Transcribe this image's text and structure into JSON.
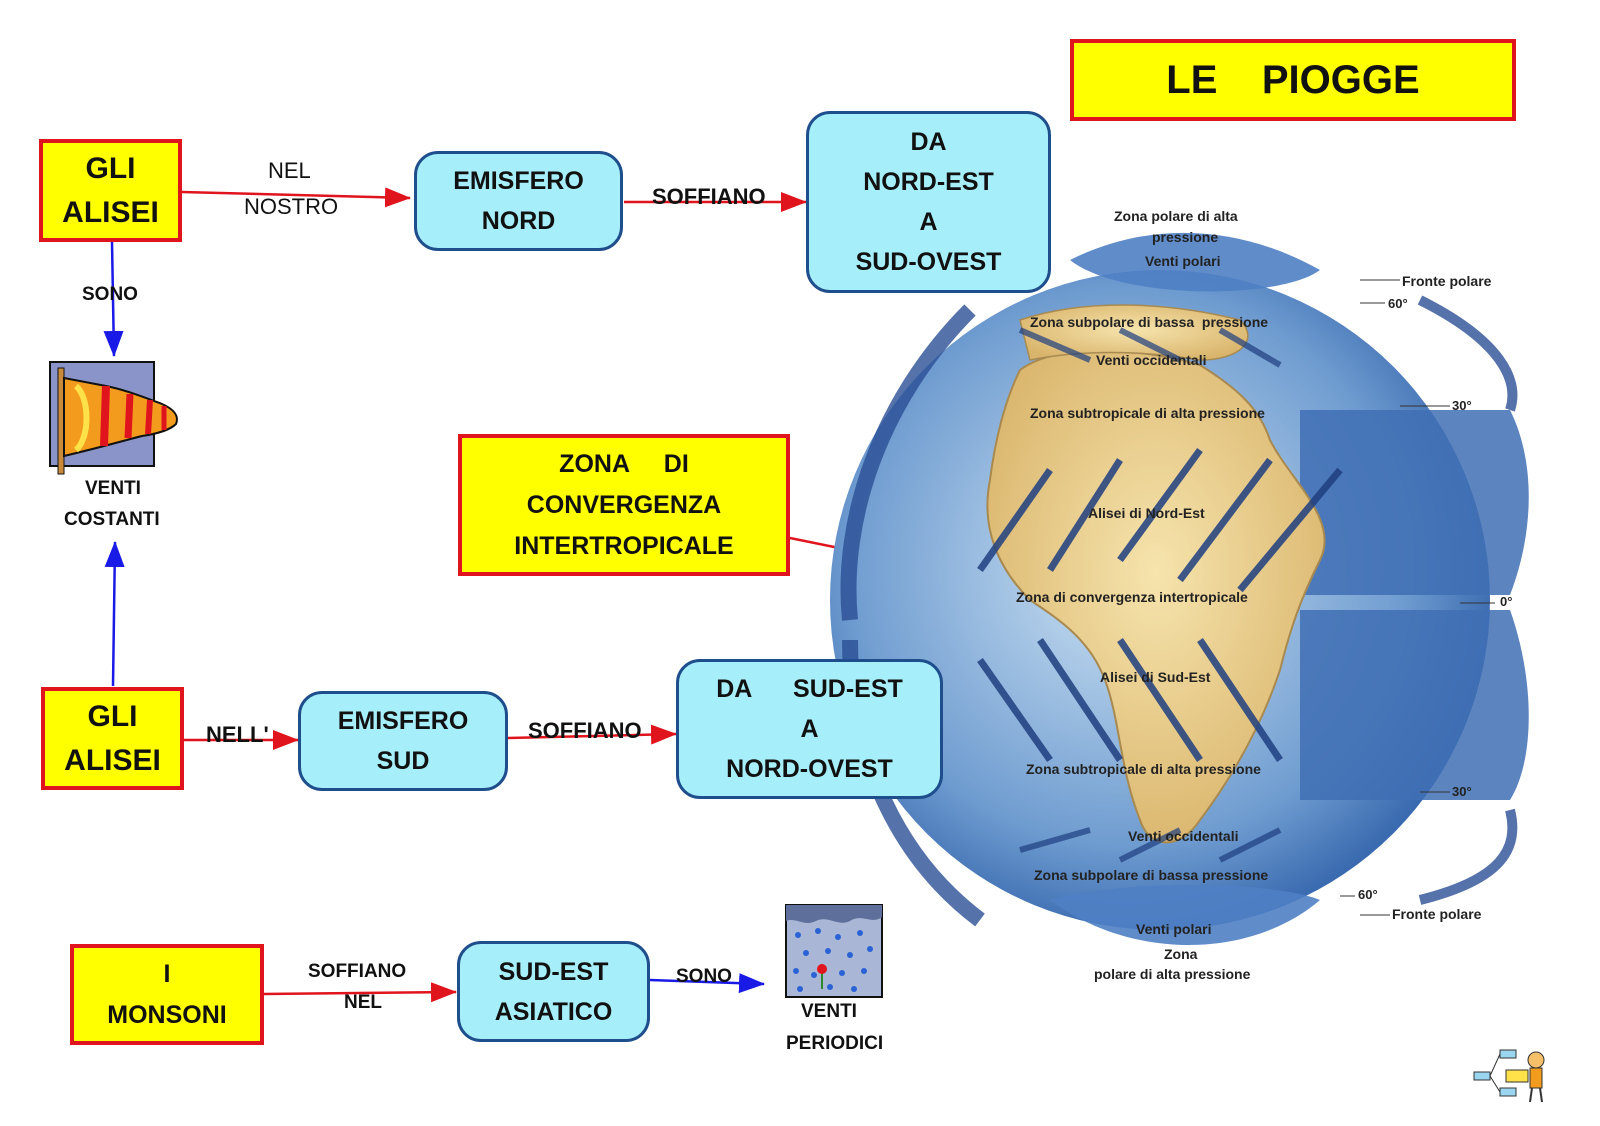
{
  "title": "LE    PIOGGE",
  "alisei_nord": {
    "box": [
      "GLI",
      "ALISEI"
    ],
    "link1": [
      "NEL",
      "NOSTRO"
    ],
    "hemisphere": [
      "EMISFERO",
      "NORD"
    ],
    "link2": "SOFFIANO",
    "direction": [
      "DA",
      "NORD-EST",
      "A",
      "SUD-OVEST"
    ]
  },
  "alisei_sud": {
    "box": [
      "GLI",
      "ALISEI"
    ],
    "link1": "NELL'",
    "hemisphere": [
      "EMISFERO",
      "SUD"
    ],
    "link2": "SOFFIANO",
    "direction": [
      "DA      SUD-EST",
      "A",
      "NORD-OVEST"
    ]
  },
  "sono_link": "SONO",
  "venti_costanti": [
    "VENTI",
    "COSTANTI"
  ],
  "itcz": [
    "ZONA     DI",
    "CONVERGENZA",
    "INTERTROPICALE"
  ],
  "monsoni": {
    "box": [
      "I",
      "MONSONI"
    ],
    "link1": [
      "SOFFIANO",
      "NEL"
    ],
    "region": [
      "SUD-EST",
      "ASIATICO"
    ],
    "link2": "SONO",
    "result": [
      "VENTI",
      "PERIODICI"
    ]
  },
  "globe_labels": {
    "polar_high_n": [
      "Zona polare di alta",
      "pressione"
    ],
    "polar_winds_n": "Venti polari",
    "polar_front_n": "Fronte polare",
    "lat60_n": "60°",
    "subpolar_low_n": "Zona subpolare di bassa  pressione",
    "westerlies_n": "Venti occidentali",
    "subtropical_high_n": "Zona subtropicale di alta pressione",
    "lat30_n": "30°",
    "trades_ne": "Alisei di Nord-Est",
    "itcz_zone": "Zona di convergenza intertropicale",
    "lat0": "0°",
    "trades_se": "Alisei di Sud-Est",
    "subtropical_high_s": "Zona subtropicale di alta pressione",
    "lat30_s": "30°",
    "westerlies_s": "Venti occidentali",
    "subpolar_low_s": "Zona subpolare di bassa pressione",
    "lat60_s": "60°",
    "polar_front_s": "Fronte polare",
    "polar_winds_s": "Venti polari",
    "polar_high_s": [
      "Zona",
      "polare di alta pressione"
    ]
  },
  "colors": {
    "box_yellow": "#ffff00",
    "box_red_border": "#e0141c",
    "box_cyan": "#a6eef9",
    "box_blue_border": "#1f4e8c",
    "arrow_red": "#e0141c",
    "arrow_blue": "#1a1ae6"
  }
}
